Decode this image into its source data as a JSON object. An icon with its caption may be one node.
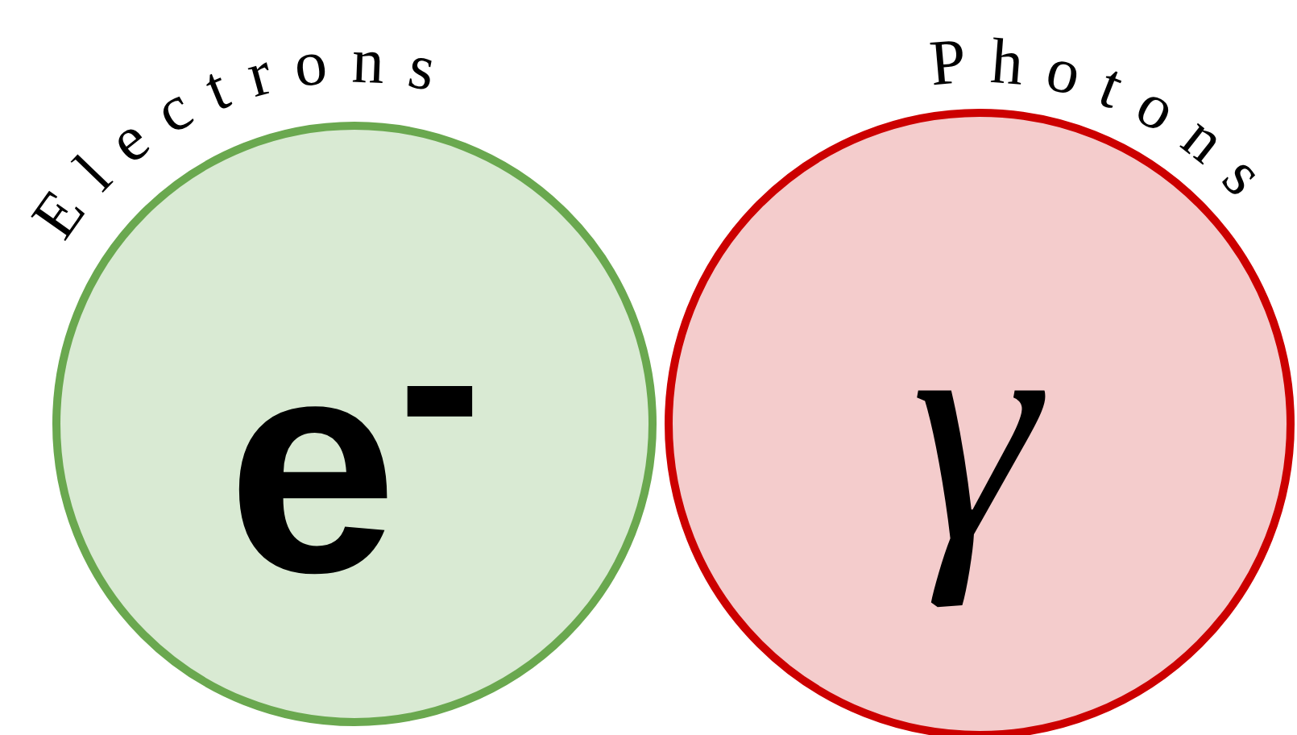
{
  "diagram": {
    "nodes": [
      {
        "text": [
          "Electrons",
          "e$^{-}$"
        ]
      },
      {
        "text": [
          "Photons",
          "γ"
        ]
      }
    ]
  }
}
